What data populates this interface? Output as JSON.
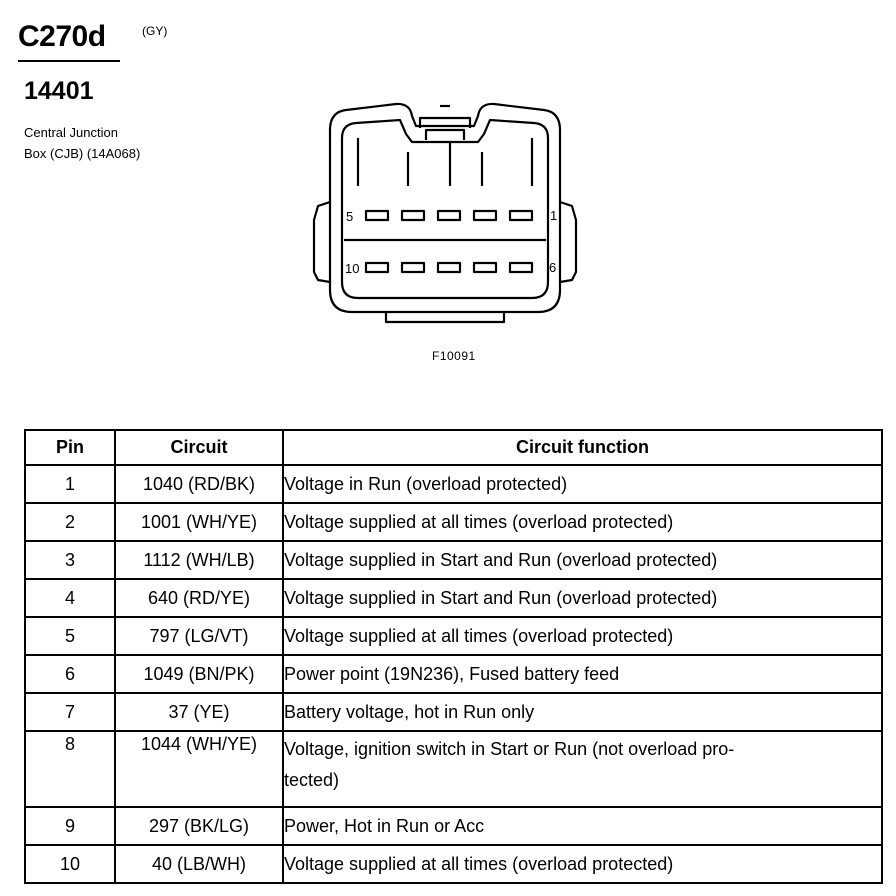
{
  "header": {
    "connector_id": "C270d",
    "color_code": "(GY)",
    "part_number": "14401",
    "description_line1": "Central Junction",
    "description_line2": "Box (CJB) (14A068)"
  },
  "diagram": {
    "pin_label_top_left": "5",
    "pin_label_top_right": "1",
    "pin_label_bottom_left": "10",
    "pin_label_bottom_right": "6",
    "figure_id": "F10091"
  },
  "table": {
    "headers": {
      "pin": "Pin",
      "circuit": "Circuit",
      "function": "Circuit function"
    },
    "rows": [
      {
        "pin": "1",
        "circuit": "1040 (RD/BK)",
        "function": "Voltage in Run (overload protected)"
      },
      {
        "pin": "2",
        "circuit": "1001 (WH/YE)",
        "function": "Voltage supplied at all times (overload protected)"
      },
      {
        "pin": "3",
        "circuit": "1112 (WH/LB)",
        "function": "Voltage supplied in Start and Run (overload protected)"
      },
      {
        "pin": "4",
        "circuit": "640 (RD/YE)",
        "function": "Voltage supplied in Start and Run (overload protected)"
      },
      {
        "pin": "5",
        "circuit": "797 (LG/VT)",
        "function": "Voltage supplied at all times (overload protected)"
      },
      {
        "pin": "6",
        "circuit": "1049 (BN/PK)",
        "function": "Power point (19N236), Fused battery feed"
      },
      {
        "pin": "7",
        "circuit": "37 (YE)",
        "function": "Battery voltage, hot in Run only"
      },
      {
        "pin": "8",
        "circuit": "1044 (WH/YE)",
        "function": "Voltage, ignition switch in Start or Run (not overload pro-",
        "function_cont": "tected)"
      },
      {
        "pin": "9",
        "circuit": "297 (BK/LG)",
        "function": "Power, Hot in Run or Acc"
      },
      {
        "pin": "10",
        "circuit": "40 (LB/WH)",
        "function": "Voltage supplied at all times (overload protected)"
      }
    ]
  }
}
